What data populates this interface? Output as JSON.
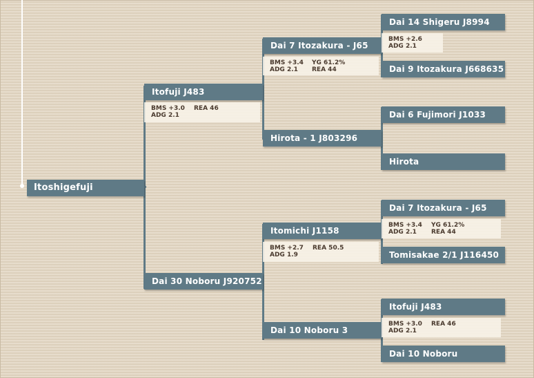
{
  "nodes": {
    "root": "Itoshigefuji",
    "sire": "Itofuji J483",
    "dam": "Dai 30 Noboru J920752",
    "sire_sire": "Dai 7 Itozakura - J65",
    "sire_dam": "Hirota - 1 J803296",
    "dam_sire": "Itomichi J1158",
    "dam_dam": "Dai 10 Noboru 3",
    "g1": "Dai 14 Shigeru J8994",
    "g2": "Dai 9 Itozakura J668635",
    "g3": "Dai 6 Fujimori J1033",
    "g4": "Hirota",
    "g5": "Dai 7 Itozakura - J65",
    "g6": "Tomisakae 2/1 J116450",
    "g7": "Itofuji J483",
    "g8": "Dai 10 Noboru"
  },
  "info": {
    "sire": {
      "l1": "BMS +3.0",
      "l2": "ADG 2.1",
      "r1": "REA 46"
    },
    "sire_sire": {
      "l1": "BMS +3.4",
      "l2": "ADG 2.1",
      "r1": "YG 61.2%",
      "r2": "REA 44"
    },
    "dam_sire": {
      "l1": "BMS +2.7",
      "l2": "ADG 1.9",
      "r1": "REA 50.5"
    },
    "g1": {
      "l1": "BMS +2.6",
      "l2": "ADG 2.1"
    },
    "g5": {
      "l1": "BMS +3.4",
      "l2": "ADG 2.1",
      "r1": "YG 61.2%",
      "r2": "REA 44"
    },
    "g7": {
      "l1": "BMS +3.0",
      "l2": "ADG 2.1",
      "r1": "REA 46"
    }
  },
  "colors": {
    "node": "#5f7a86",
    "background": "#e2d6c2",
    "text": "#ffffff",
    "info_text": "#4a3a2e"
  }
}
